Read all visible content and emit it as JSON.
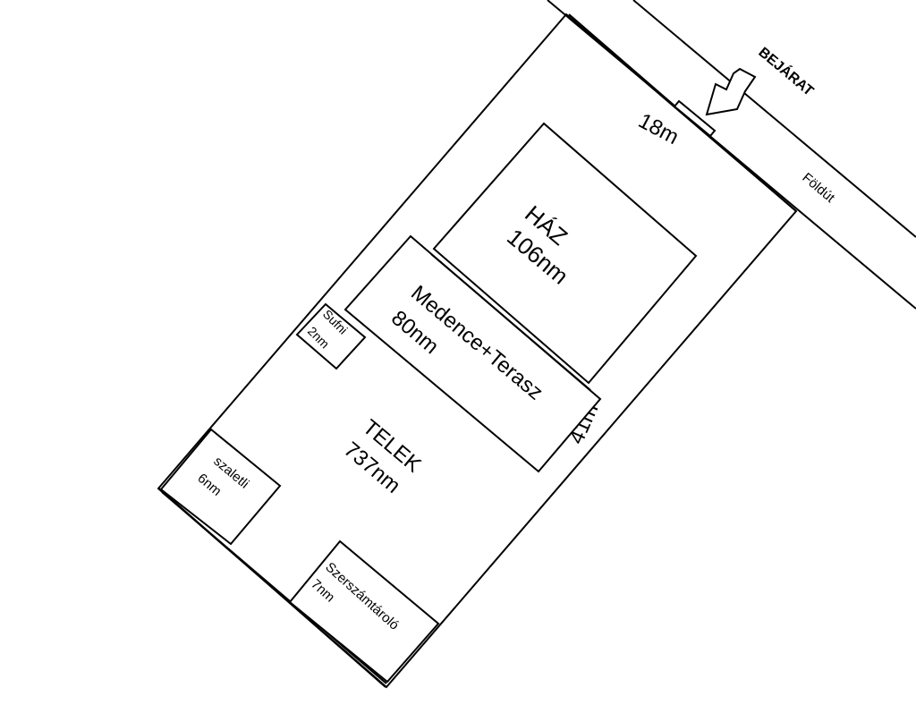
{
  "entrance": {
    "label": "BEJÁRAT"
  },
  "road": {
    "label": "Földút"
  },
  "plot": {
    "name": "TELEK",
    "area": "737nm",
    "width": "18m",
    "length": "41m"
  },
  "buildings": [
    {
      "id": "haz",
      "name": "HÁZ",
      "area": "106nm"
    },
    {
      "id": "medence",
      "name": "Medence+Terasz",
      "area": "80nm"
    },
    {
      "id": "sufni",
      "name": "Sufni",
      "area": "2nm"
    },
    {
      "id": "szaletli",
      "name": "szaletli",
      "area": "6nm"
    },
    {
      "id": "szerszamtarolo",
      "name": "Szerszámtároló",
      "area": "7nm"
    }
  ],
  "colors": {
    "line": "#000000",
    "background": "#ffffff"
  },
  "icons": {
    "entrance_arrow": "arrow-down-icon"
  }
}
